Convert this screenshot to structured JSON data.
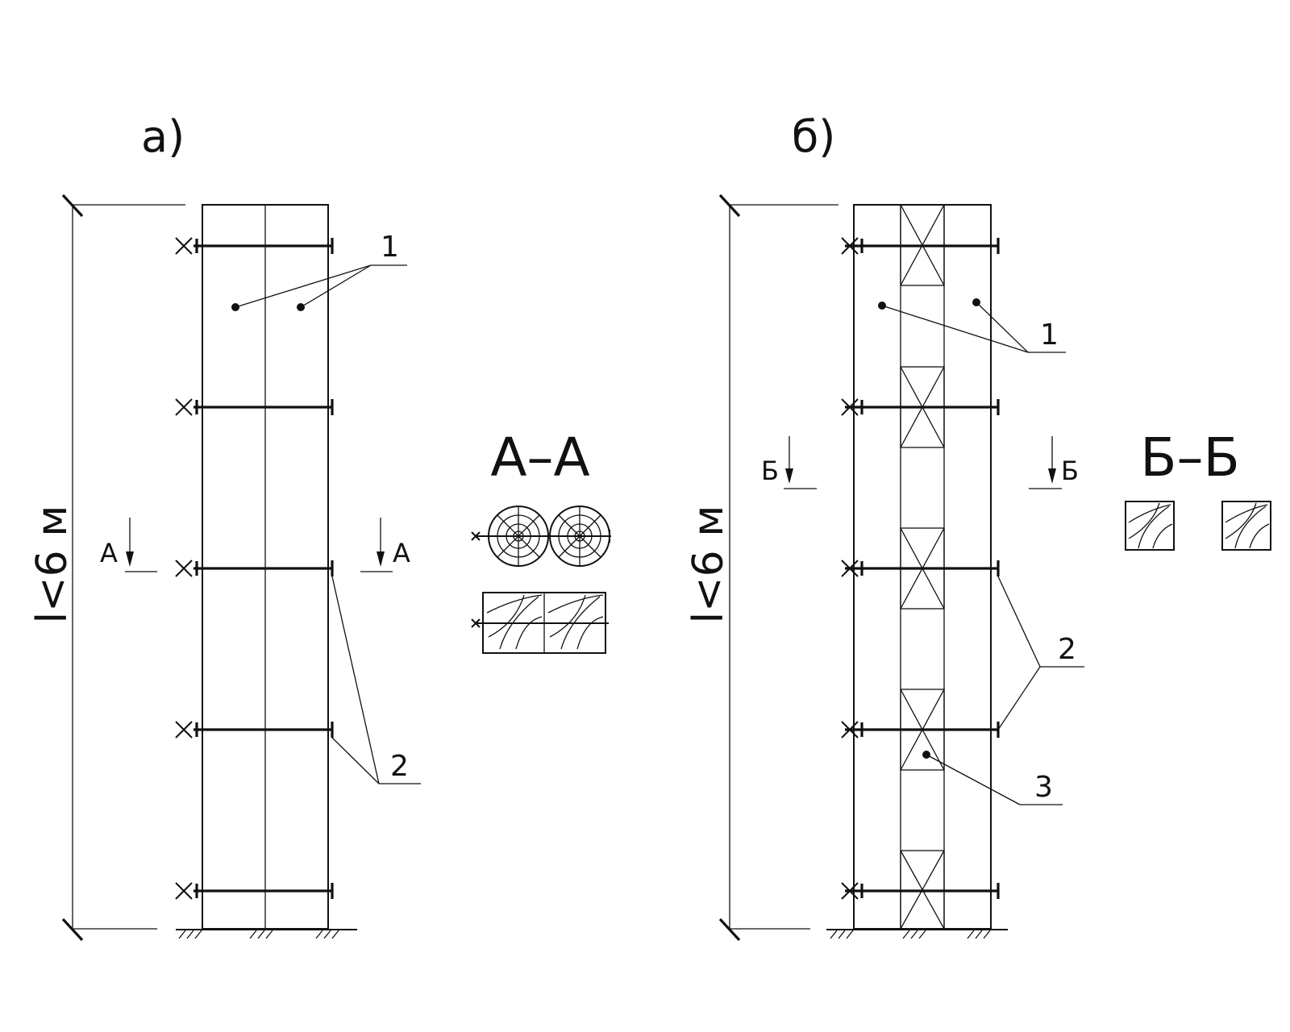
{
  "panels": [
    {
      "label": "а)",
      "dimension": "l<6 м"
    },
    {
      "label": "б)",
      "dimension": "l<6 м"
    }
  ],
  "callouts_a": [
    "1",
    "2"
  ],
  "callouts_b": [
    "1",
    "2",
    "3"
  ],
  "section_a": {
    "title": "А–А",
    "mark": "А"
  },
  "section_b": {
    "title": "Б–Б",
    "mark": "Б"
  }
}
